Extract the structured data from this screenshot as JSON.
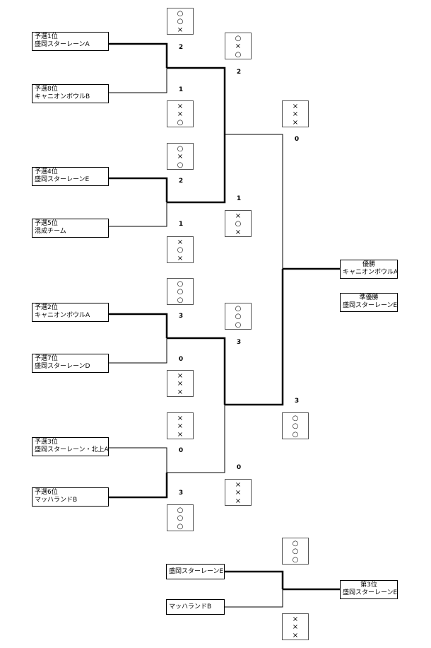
{
  "bracket": {
    "teams": [
      {
        "seed": "予選1位",
        "name": "盛岡スターレーンA"
      },
      {
        "seed": "予選8位",
        "name": "キャニオンボウルB"
      },
      {
        "seed": "予選4位",
        "name": "盛岡スターレーンE"
      },
      {
        "seed": "予選5位",
        "name": "混成チーム"
      },
      {
        "seed": "予選2位",
        "name": "キャニオンボウルA"
      },
      {
        "seed": "予選7位",
        "name": "盛岡スターレーンD"
      },
      {
        "seed": "予選3位",
        "name": "盛岡スターレーン・北上A"
      },
      {
        "seed": "予選6位",
        "name": "マッハランドB"
      }
    ],
    "scores": {
      "r1": [
        "2",
        "1",
        "2",
        "1",
        "3",
        "0",
        "0",
        "3"
      ],
      "sf": [
        "2",
        "1",
        "3",
        "0"
      ],
      "final": [
        "0",
        "3"
      ]
    },
    "marks": {
      "r1": [
        [
          "○",
          "○",
          "×"
        ],
        [
          "×",
          "×",
          "○"
        ],
        [
          "○",
          "×",
          "○"
        ],
        [
          "×",
          "○",
          "×"
        ],
        [
          "○",
          "○",
          "○"
        ],
        [
          "×",
          "×",
          "×"
        ],
        [
          "×",
          "×",
          "×"
        ],
        [
          "○",
          "○",
          "○"
        ]
      ],
      "sf": [
        [
          "○",
          "×",
          "○"
        ],
        [
          "×",
          "○",
          "×"
        ],
        [
          "○",
          "○",
          "○"
        ],
        [
          "×",
          "×",
          "×"
        ]
      ],
      "final": [
        [
          "×",
          "×",
          "×"
        ],
        [
          "○",
          "○",
          "○"
        ]
      ]
    },
    "champion": {
      "title": "優勝",
      "name": "キャニオンボウルA"
    },
    "runner_up": {
      "title": "準優勝",
      "name": "盛岡スターレーンE"
    }
  },
  "third_place": {
    "teams": [
      "盛岡スターレーンE",
      "マッハランドB"
    ],
    "marks": [
      [
        "○",
        "○",
        "○"
      ],
      [
        "×",
        "×",
        "×"
      ]
    ],
    "result": {
      "title": "第3位",
      "name": "盛岡スターレーンE"
    }
  }
}
